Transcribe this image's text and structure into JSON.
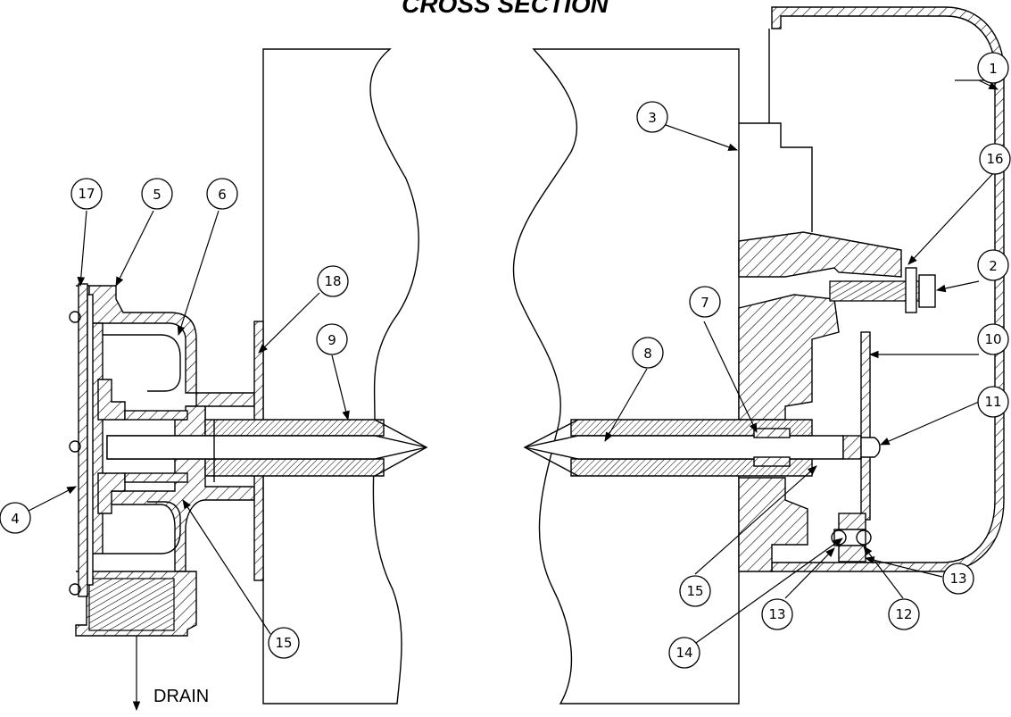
{
  "title": "CROSS SECTION",
  "drain_label": "DRAIN",
  "callouts": [
    "1",
    "2",
    "3",
    "4",
    "5",
    "6",
    "7",
    "8",
    "9",
    "10",
    "11",
    "12",
    "13",
    "13",
    "14",
    "15",
    "15",
    "16",
    "17",
    "18"
  ]
}
